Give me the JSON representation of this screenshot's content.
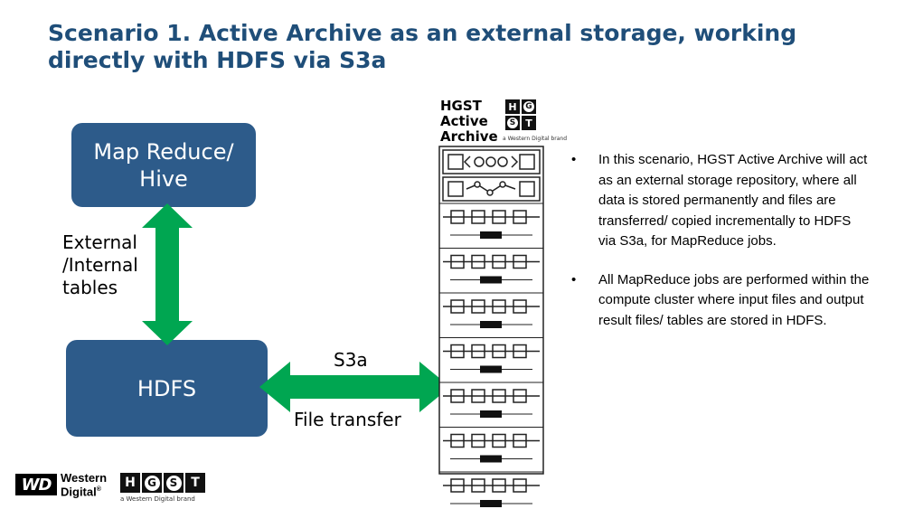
{
  "title": "Scenario 1. Active Archive as an external storage, working\ndirectly with HDFS via S3a",
  "nodes": {
    "mapreduce": "Map Reduce/\nHive",
    "hdfs": "HDFS"
  },
  "edges": {
    "vertical_label": "External\n/Internal\ntables",
    "horizontal_label_top": "S3a",
    "horizontal_label_bottom": "File transfer"
  },
  "archive": {
    "brand_text": "HGST\nActive\nArchive",
    "hgst_letters": [
      "H",
      "G",
      "S",
      "T"
    ],
    "hgst_tagline": "a Western Digital brand",
    "rack_units": 9
  },
  "bullets": [
    "In this scenario, HGST Active Archive will act as an external storage repository, where all data is stored permanently and files are transferred/ copied incrementally to HDFS via S3a, for MapReduce jobs.",
    "All MapReduce jobs are performed within the compute cluster where input files and output result files/ tables are stored in HDFS."
  ],
  "bullet_symbol": "•",
  "footer": {
    "wd_mark": "WD",
    "wd_name": "Western\nDigital",
    "wd_registered": "®",
    "hgst_letters": [
      "H",
      "G",
      "S",
      "T"
    ],
    "hgst_tagline": "a Western Digital brand"
  },
  "colors": {
    "title": "#1f4e79",
    "box": "#2d5b8a",
    "arrow": "#00a651"
  }
}
